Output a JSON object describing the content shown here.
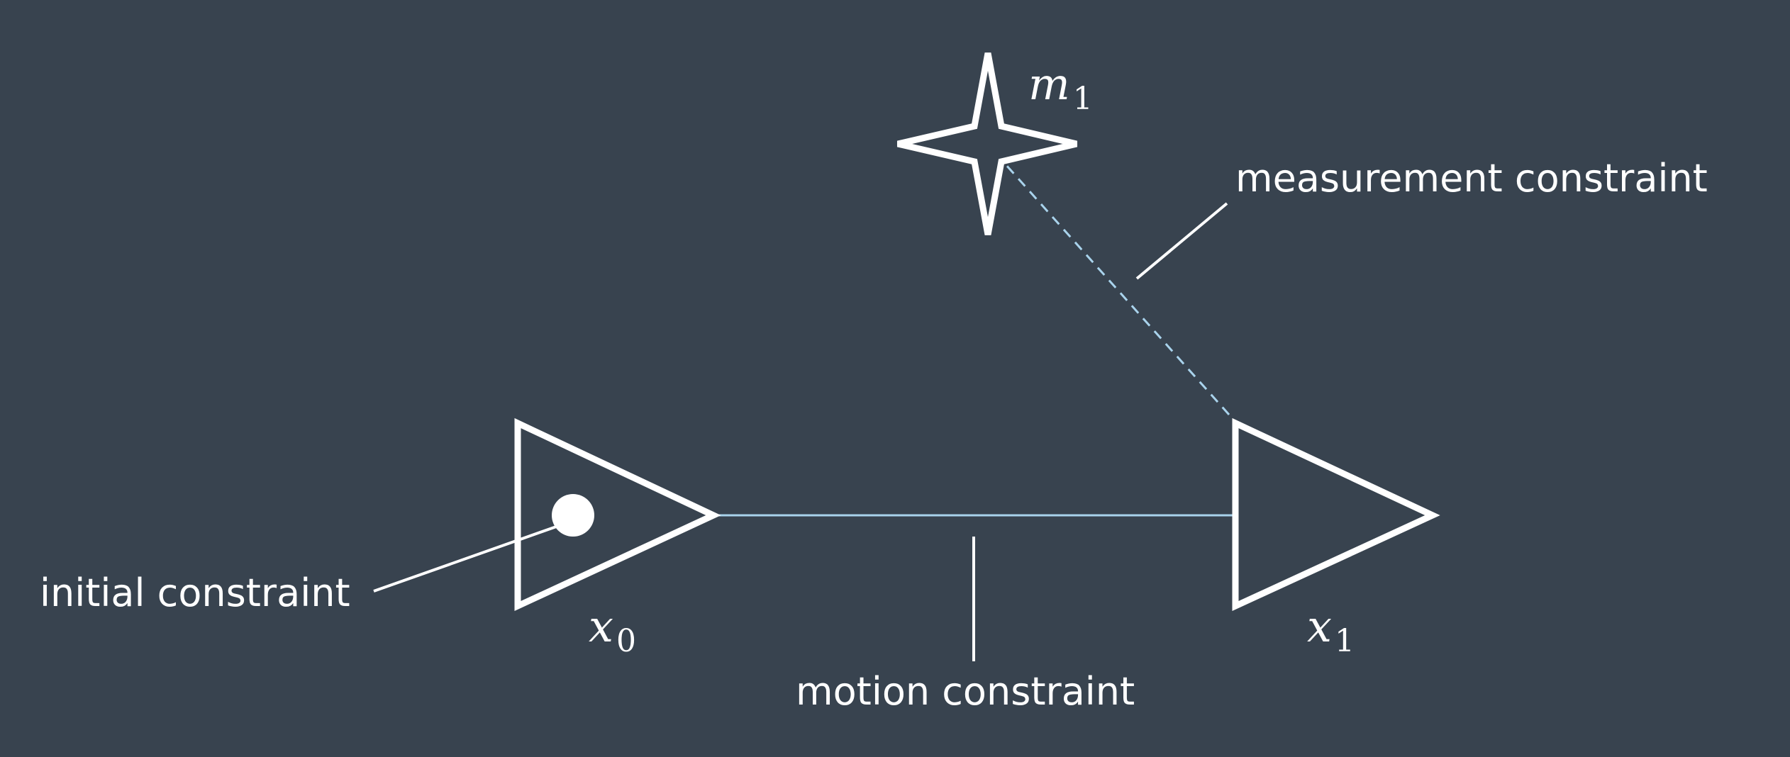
{
  "nodes": {
    "pose_0": {
      "name": "x",
      "index": "0"
    },
    "pose_1": {
      "name": "x",
      "index": "1"
    },
    "landmark_1": {
      "name": "m",
      "index": "1"
    }
  },
  "constraints": {
    "initial": "initial constraint",
    "motion": "motion constraint",
    "measurement": "measurement constraint"
  },
  "colors": {
    "background": "#38434f",
    "shape_stroke": "#ffffff",
    "motion_line": "#a9d3ec",
    "measurement_line": "#a9d3ec",
    "leader_line": "#ffffff"
  }
}
